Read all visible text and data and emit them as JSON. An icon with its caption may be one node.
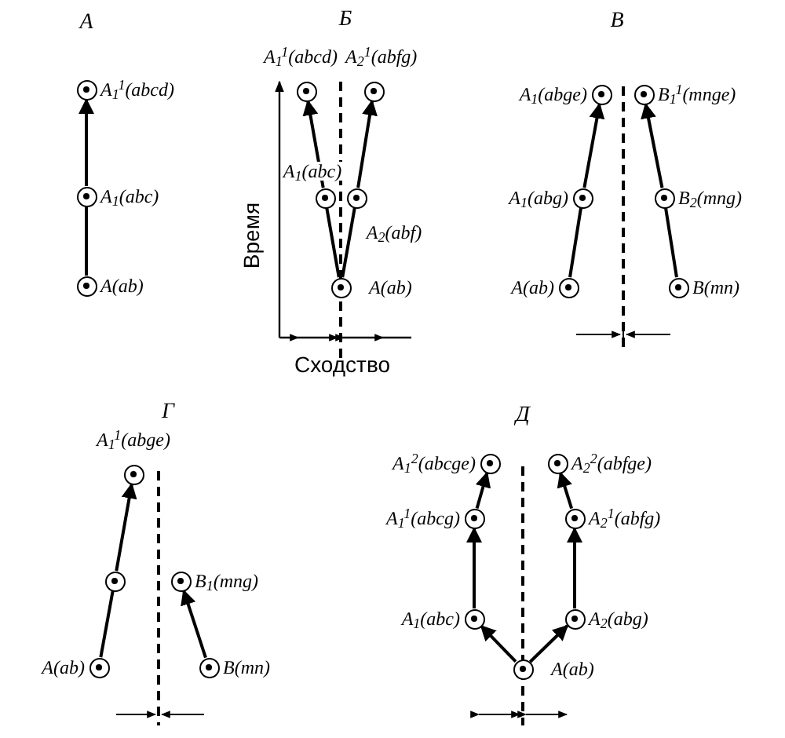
{
  "diagram": {
    "nodes": [
      {
        "text": [],
        "shape": "circle",
        "beside": [
          "A$_{1}$$^{1}$(abcd)"
        ]
      },
      {
        "text": [],
        "shape": "circle",
        "beside": [
          "A$_{1}$(abc)"
        ]
      },
      {
        "text": [],
        "shape": "circle",
        "beside": [
          "A(ab)"
        ]
      },
      {
        "text": [],
        "shape": "circle",
        "beside": [
          "A$_{1}$$^{1}$(abcd)"
        ]
      },
      {
        "text": [],
        "shape": "circle",
        "beside": [
          "A$_{2}$$^{1}$(abfg)"
        ]
      },
      {
        "text": [],
        "shape": "circle",
        "beside": [
          "A$_{1}$(abc)"
        ]
      },
      {
        "text": [],
        "shape": "circle",
        "beside": [
          "A$_{2}$(abf)"
        ]
      },
      {
        "text": [],
        "shape": "circle",
        "beside": [
          "A(ab)"
        ]
      },
      {
        "text": [],
        "shape": "circle",
        "beside": [
          "A$_{1}$(abge)"
        ]
      },
      {
        "text": [],
        "shape": "circle",
        "beside": [
          "B$_{1}$$^{1}$(mnge)"
        ]
      },
      {
        "text": [],
        "shape": "circle",
        "beside": [
          "A$_{1}$(abg)"
        ]
      },
      {
        "text": [],
        "shape": "circle",
        "beside": [
          "B$_{2}$(mng)"
        ]
      },
      {
        "text": [],
        "shape": "circle",
        "beside": [
          "A(ab)"
        ]
      },
      {
        "text": [],
        "shape": "circle",
        "beside": [
          "B(mn)"
        ]
      },
      {
        "text": [],
        "shape": "circle",
        "beside": [
          "A$_{1}$$^{1}$(abge)"
        ]
      },
      {
        "text": [],
        "shape": "circle"
      },
      {
        "text": [],
        "shape": "circle",
        "beside": [
          "B$_{1}$(mng)"
        ]
      },
      {
        "text": [],
        "shape": "circle",
        "beside": [
          "A(ab)"
        ]
      },
      {
        "text": [],
        "shape": "circle",
        "beside": [
          "B(mn)"
        ]
      },
      {
        "text": [],
        "shape": "circle",
        "beside": [
          "A$_{1}$$^{2}$(abcge)"
        ]
      },
      {
        "text": [],
        "shape": "circle",
        "beside": [
          "A$_{2}$$^{2}$(abfge)"
        ]
      },
      {
        "text": [],
        "shape": "circle",
        "beside": [
          "A$_{1}$$^{1}$(abcg)"
        ]
      },
      {
        "text": [],
        "shape": "circle",
        "beside": [
          "A$_{2}$$^{1}$(abfg)"
        ]
      },
      {
        "text": [],
        "shape": "circle",
        "beside": [
          "A$_{1}$(abc)"
        ]
      },
      {
        "text": [],
        "shape": "circle",
        "beside": [
          "A$_{2}$(abg)"
        ]
      },
      {
        "text": [],
        "shape": "circle",
        "beside": [
          "A(ab)"
        ]
      }
    ],
    "edges": [
      {
        "from": 2,
        "to": 1,
        "arrow": "none"
      },
      {
        "from": 1,
        "to": 0,
        "arrow": "to"
      },
      {
        "from": 7,
        "to": 5,
        "arrow": "none"
      },
      {
        "from": 7,
        "to": 6,
        "arrow": "none"
      },
      {
        "from": 5,
        "to": 3,
        "arrow": "to"
      },
      {
        "from": 6,
        "to": 4,
        "arrow": "to"
      },
      {
        "from": 12,
        "to": 10,
        "arrow": "none"
      },
      {
        "from": 10,
        "to": 8,
        "arrow": "to"
      },
      {
        "from": 13,
        "to": 11,
        "arrow": "none"
      },
      {
        "from": 11,
        "to": 9,
        "arrow": "to"
      },
      {
        "from": 17,
        "to": 15,
        "arrow": "none"
      },
      {
        "from": 15,
        "to": 14,
        "arrow": "to"
      },
      {
        "from": 18,
        "to": 16,
        "arrow": "to"
      },
      {
        "from": 25,
        "to": 23,
        "arrow": "to"
      },
      {
        "from": 25,
        "to": 24,
        "arrow": "to"
      },
      {
        "from": 23,
        "to": 21,
        "arrow": "to"
      },
      {
        "from": 24,
        "to": 22,
        "arrow": "to"
      },
      {
        "from": 21,
        "to": 19,
        "arrow": "to"
      },
      {
        "from": 22,
        "to": 20,
        "arrow": "to"
      }
    ],
    "labels": [
      "А",
      "Б",
      "Время",
      "Сходство",
      "В",
      "Г",
      "Д"
    ]
  }
}
